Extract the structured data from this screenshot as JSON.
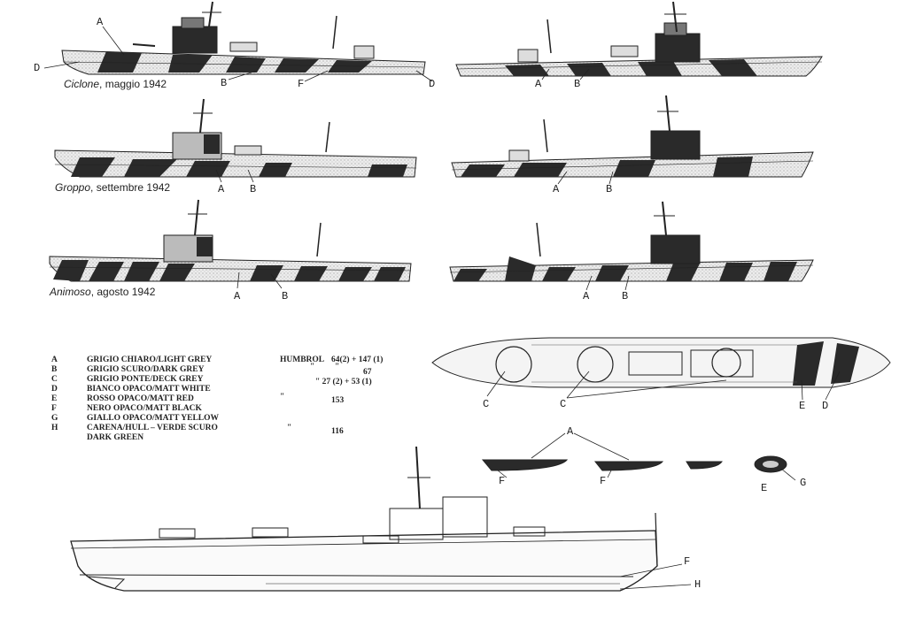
{
  "captions": [
    {
      "name": "Ciclone",
      "date": "maggio 1942"
    },
    {
      "name": "Groppo",
      "date": "settembre 1942"
    },
    {
      "name": "Animoso",
      "date": "agosto 1942"
    }
  ],
  "callouts": {
    "A": "A",
    "B": "B",
    "C": "C",
    "D": "D",
    "E": "E",
    "F": "F",
    "G": "G",
    "H": "H"
  },
  "legend": {
    "humbrol_label": "HUMBROL",
    "items": [
      {
        "code": "A",
        "desc": "GRIGIO CHIARO/LIGHT GREY",
        "humbrol": "64(2) + 147 (1)"
      },
      {
        "code": "B",
        "desc": "GRIGIO SCURO/DARK GREY",
        "humbrol": "67"
      },
      {
        "code": "C",
        "desc": "GRIGIO PONTE/DECK GREY",
        "humbrol": "27 (2) + 53 (1)"
      },
      {
        "code": "D",
        "desc": "BIANCO OPACO/MATT WHITE",
        "humbrol": ""
      },
      {
        "code": "E",
        "desc": "ROSSO OPACO/MATT RED",
        "humbrol": "153"
      },
      {
        "code": "F",
        "desc": "NERO OPACO/MATT BLACK",
        "humbrol": ""
      },
      {
        "code": "G",
        "desc": "GIALLO OPACO/MATT YELLOW",
        "humbrol": ""
      },
      {
        "code": "H",
        "desc": "CARENA/HULL – VERDE SCURO",
        "humbrol": "116"
      },
      {
        "code": "",
        "desc": "DARK GREEN",
        "humbrol": ""
      }
    ],
    "ditto": "\""
  },
  "colors": {
    "ink": "#1a1a1a",
    "light_grey": "#e6e6e6",
    "dark_grey": "#2a2a2a",
    "deck": "#bdbdbd"
  }
}
